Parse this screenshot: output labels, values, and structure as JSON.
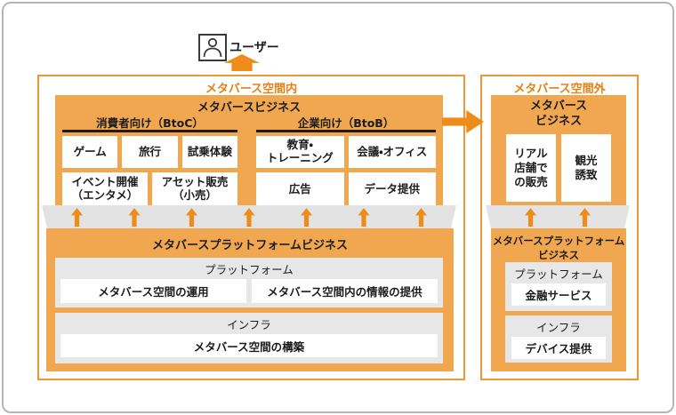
{
  "colors": {
    "panel_orange": "#f1a750",
    "border_orange": "#ec9834",
    "arrow_orange": "#ee8c1a",
    "title_orange": "#e87f12",
    "band_gray": "#e3e3e3",
    "sub_box_gray": "#e7e7e7",
    "text_dark": "#1c1c1c"
  },
  "icons": {
    "user": "user-icon",
    "up_arrow": "up-arrow-icon",
    "right_arrow": "right-arrow-icon"
  },
  "user": {
    "label": "ユーザー"
  },
  "inside": {
    "title": "メタバース空間内",
    "business": {
      "title": "メタバースビジネス",
      "btoc": {
        "header": "消費者向け（BtoC）",
        "row1": [
          "ゲーム",
          "旅行",
          "試乗体験"
        ],
        "row2": [
          "イベント開催\n（エンタメ）",
          "アセット販売\n（小売）"
        ]
      },
      "btob": {
        "header": "企業向け（BtoB）",
        "row1": [
          "教育・\nトレーニング",
          "会議・オフィス"
        ],
        "row2": [
          "広告",
          "データ提供"
        ]
      }
    },
    "platform_business": {
      "title": "メタバースプラットフォームビジネス",
      "platform": {
        "title": "プラットフォーム",
        "cells": [
          "メタバース空間の運用",
          "メタバース空間内の情報の提供"
        ]
      },
      "infra": {
        "title": "インフラ",
        "cells": [
          "メタバース空間の構築"
        ]
      }
    }
  },
  "outside": {
    "title": "メタバース空間外",
    "business": {
      "title": "メタバース\nビジネス",
      "cells": [
        "リアル\n店舗で\nの販売",
        "観光\n誘致"
      ]
    },
    "platform_business": {
      "title": "メタバースプラットフォーム\nビジネス",
      "platform": {
        "title": "プラットフォーム",
        "cells": [
          "金融サービス"
        ]
      },
      "infra": {
        "title": "インフラ",
        "cells": [
          "デバイス提供"
        ]
      }
    }
  }
}
